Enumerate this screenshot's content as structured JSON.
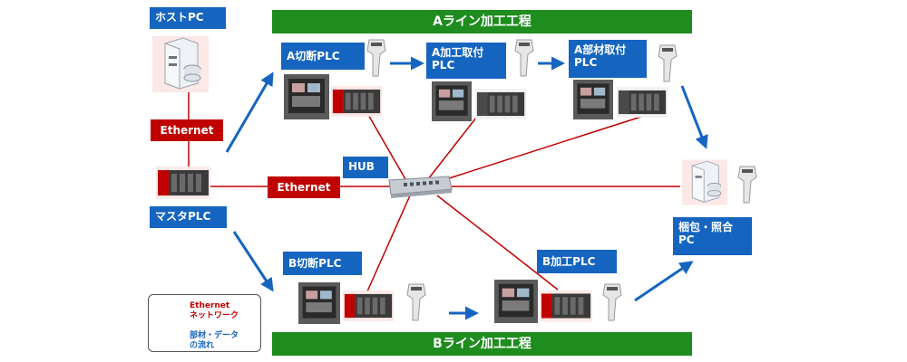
{
  "bands": {
    "a_line": "Aライン加工工程",
    "b_line": "Bライン加工工程"
  },
  "nodes": {
    "host_pc": "ホストPC",
    "master_plc": "マスタPLC",
    "hub": "HUB",
    "a_cut": "A切断PLC",
    "a_process_1": "A加工取付",
    "a_process_2": "PLC",
    "a_parts_1": "A部材取付",
    "a_parts_2": "PLC",
    "pack_1": "梱包・照合",
    "pack_2": "PC",
    "b_cut": "B切断PLC",
    "b_process": "B加工PLC"
  },
  "ethernet_labels": {
    "host_link": "Ethernet",
    "hub_link": "Ethernet"
  },
  "legend": {
    "network_1": "Ethernet",
    "network_2": "ネットワーク",
    "flow_1": "部材・データ",
    "flow_2": "の流れ"
  },
  "colors": {
    "label_bg": "#1565c0",
    "ethernet_bg": "#c00000",
    "band_bg": "#1e8c1e",
    "network_line": "#c00000",
    "flow_arrow": "#1565c0"
  },
  "icons": [
    "server-icon",
    "plc-rack-icon",
    "touch-panel-icon",
    "barcode-scanner-icon",
    "network-hub-icon"
  ]
}
